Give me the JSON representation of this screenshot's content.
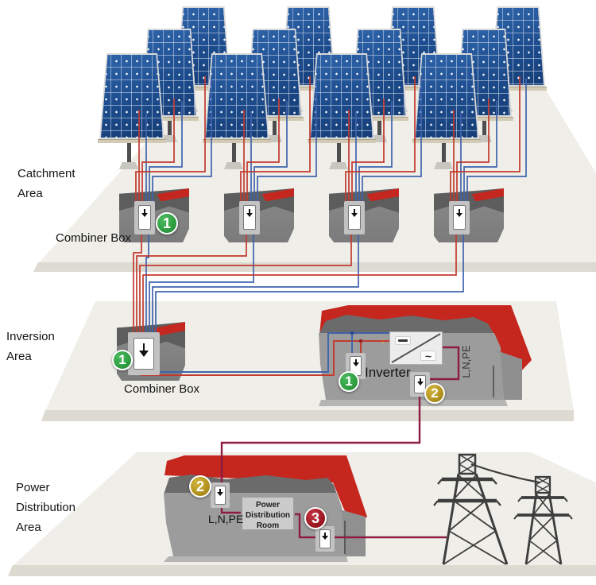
{
  "areas": {
    "catchment": {
      "label": [
        "Catchment",
        "Area"
      ],
      "combiner_label": "Combiner Box"
    },
    "inversion": {
      "label": [
        "Inversion",
        "Area"
      ],
      "combiner_label": "Combiner Box",
      "inverter_label": "Inverter",
      "wiring_label": "L,N,PE"
    },
    "distribution": {
      "label": [
        "Power",
        "Distribution",
        "Area"
      ],
      "wiring_label": "L,N,PE",
      "room_label": [
        "Power",
        "Distribution",
        "Room"
      ]
    }
  },
  "badges": {
    "stage1": "1",
    "stage2": "2",
    "stage3": "3"
  },
  "symbols": {
    "inverter_ac": "~",
    "dc_polarity": "+"
  },
  "colors": {
    "dc_positive_wire": "#c23a2e",
    "dc_negative_wire": "#3f63ad",
    "ac_wire": "#8d1b42",
    "panel_blue": "#1d4b8c",
    "roof_red": "#c5261e",
    "badge_green": "#2f9e41",
    "badge_yellow": "#b3931f",
    "badge_red": "#9e1823"
  }
}
